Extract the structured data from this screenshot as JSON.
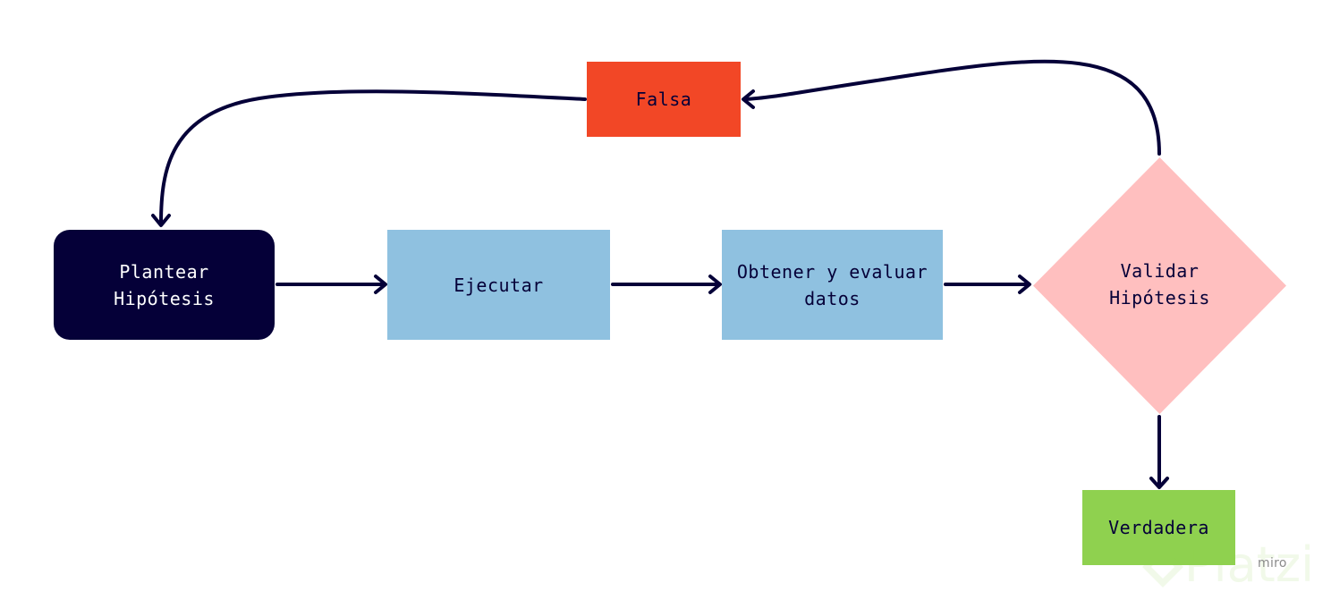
{
  "diagram": {
    "nodes": {
      "falsa": "Falsa",
      "plantear": "Plantear\nHipótesis",
      "ejecutar": "Ejecutar",
      "obtener": "Obtener y evaluar\ndatos",
      "validar": "Validar\nHipótesis",
      "verdadera": "Verdadera"
    },
    "colors": {
      "falsa": "#f24726",
      "plantear": "#050038",
      "ejecutar": "#8fc1e0",
      "obtener": "#8fc1e0",
      "validar": "#ffbfbf",
      "verdadera": "#8fd14f",
      "connector": "#050038"
    },
    "edges": [
      {
        "from": "plantear",
        "to": "ejecutar"
      },
      {
        "from": "ejecutar",
        "to": "obtener"
      },
      {
        "from": "obtener",
        "to": "validar"
      },
      {
        "from": "validar",
        "to": "falsa"
      },
      {
        "from": "falsa",
        "to": "plantear"
      },
      {
        "from": "validar",
        "to": "verdadera"
      }
    ]
  },
  "branding": {
    "miro": "miro",
    "platzi_watermark": "Platzi"
  }
}
